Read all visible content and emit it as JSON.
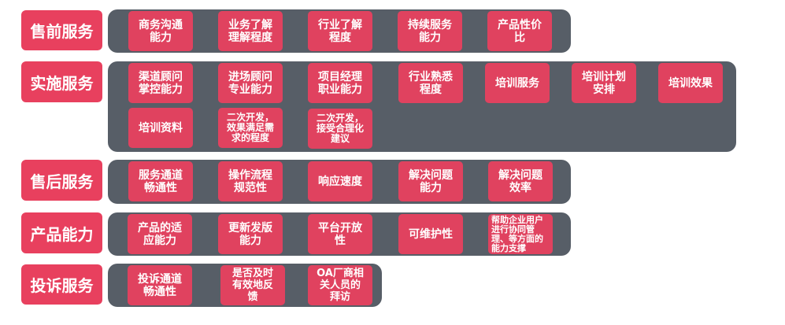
{
  "colors": {
    "label_bg": "#e8405e",
    "card_bg": "#e0425f",
    "box_bg": "#575e67",
    "text": "#ffffff"
  },
  "rows": [
    {
      "label": "售前服务",
      "items": [
        {
          "text": "商务沟通\n能力"
        },
        {
          "text": "业务了解\n理解程度"
        },
        {
          "text": "行业了解\n程度"
        },
        {
          "text": "持续服务\n能力"
        },
        {
          "text": "产品性价\n比"
        }
      ]
    },
    {
      "label": "实施服务",
      "items": [
        {
          "text": "渠道顾问\n掌控能力"
        },
        {
          "text": "进场顾问\n专业能力"
        },
        {
          "text": "项目经理\n职业能力"
        },
        {
          "text": "行业熟悉\n程度"
        },
        {
          "text": "培训服务"
        },
        {
          "text": "培训计划\n安排"
        },
        {
          "text": "培训效果"
        },
        {
          "text": "培训资料"
        },
        {
          "text": "二次开发，\n效果满足需\n求的程度"
        },
        {
          "text": "二次开发，\n接受合理化\n建议"
        }
      ]
    },
    {
      "label": "售后服务",
      "items": [
        {
          "text": "服务通道\n畅通性"
        },
        {
          "text": "操作流程\n规范性"
        },
        {
          "text": "响应速度"
        },
        {
          "text": "解决问题\n能力"
        },
        {
          "text": "解决问题\n效率"
        }
      ]
    },
    {
      "label": "产品能力",
      "items": [
        {
          "text": "产品的适\n应能力"
        },
        {
          "text": "更新发版\n能力"
        },
        {
          "text": "平台开放\n性"
        },
        {
          "text": "可维护性"
        },
        {
          "text": "帮助企业用户\n进行协同管\n理、等方面的\n能力支撑"
        }
      ]
    },
    {
      "label": "投诉服务",
      "items": [
        {
          "text": "投诉通道\n畅通性"
        },
        {
          "text": "是否及时\n有效地反\n馈"
        },
        {
          "text": "OA厂商相\n关人员的\n拜访"
        }
      ]
    }
  ]
}
